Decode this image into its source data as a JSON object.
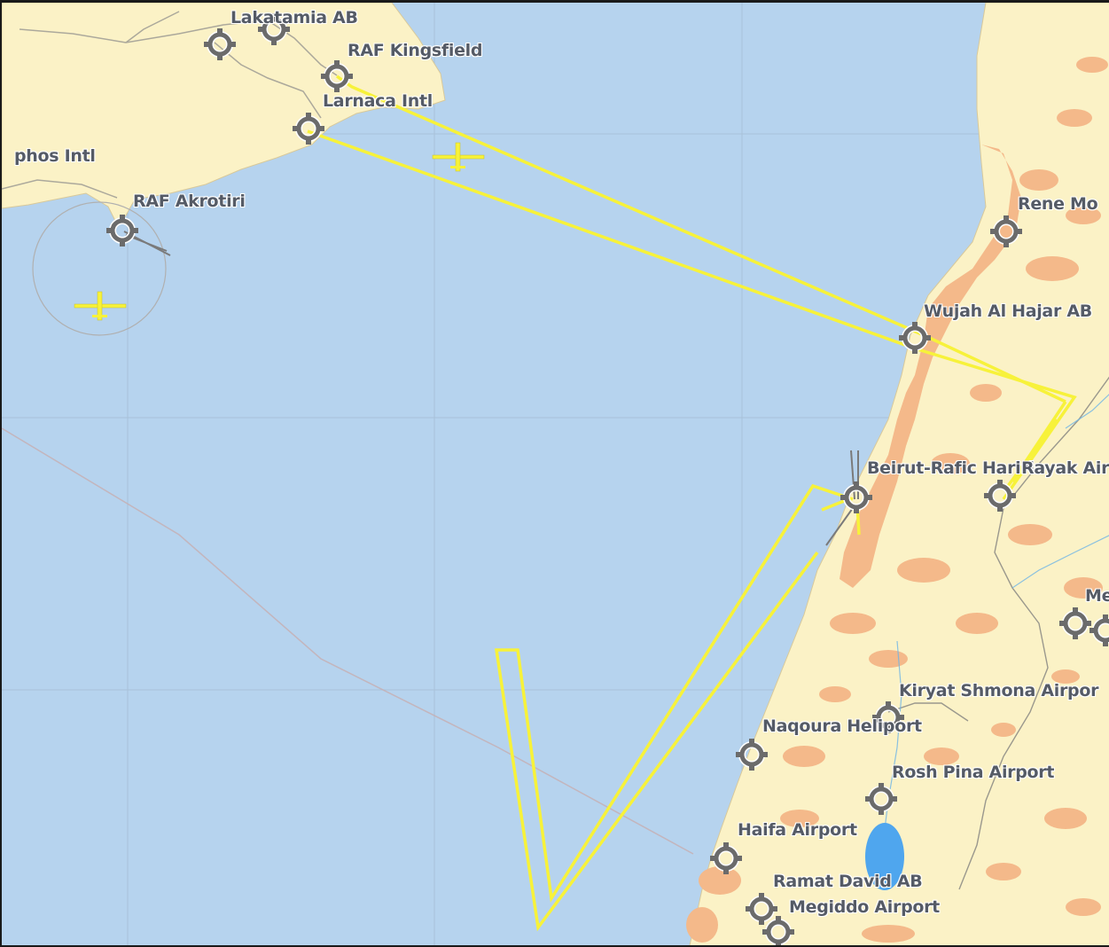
{
  "map": {
    "colors": {
      "sea": "#b6d3ee",
      "land": "#fbf2c6",
      "urban": "#f4b98a",
      "lake": "#4fa6ee",
      "route": "#f7f23a",
      "marker": "#6b6b6b"
    }
  },
  "airports": [
    {
      "id": "lakatamia",
      "label": "Lakatamia AB"
    },
    {
      "id": "kingsfield",
      "label": "RAF Kingsfield"
    },
    {
      "id": "larnaca",
      "label": "Larnaca Intl"
    },
    {
      "id": "paphos",
      "label": "phos Intl"
    },
    {
      "id": "akrotiri",
      "label": "RAF Akrotiri"
    },
    {
      "id": "rene",
      "label": "Rene Mo"
    },
    {
      "id": "wujah",
      "label": "Wujah Al Hajar AB"
    },
    {
      "id": "beirut",
      "label": "Beirut-Rafic Hariri"
    },
    {
      "id": "rayak",
      "label": "Rayak Air"
    },
    {
      "id": "mezzeh",
      "label": "Me"
    },
    {
      "id": "kiryat",
      "label": "Kiryat Shmona Airpor"
    },
    {
      "id": "naqoura",
      "label": "Naqoura Heliport"
    },
    {
      "id": "roshpina",
      "label": "Rosh Pina Airport"
    },
    {
      "id": "haifa",
      "label": "Haifa Airport"
    },
    {
      "id": "ramatdavid",
      "label": "Ramat David AB"
    },
    {
      "id": "megiddo",
      "label": "Megiddo Airport"
    }
  ],
  "aircraft": [
    {
      "id": "aircraft-1"
    },
    {
      "id": "aircraft-2"
    }
  ]
}
